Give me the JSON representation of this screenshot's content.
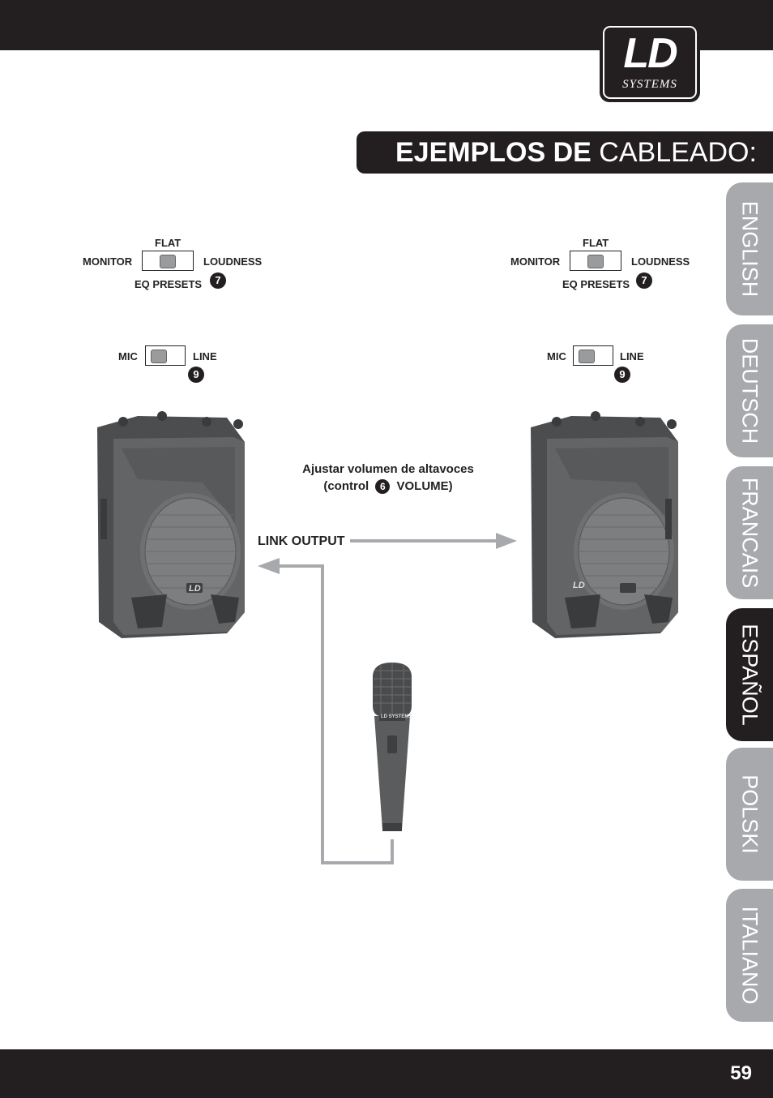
{
  "header": {
    "logo_main": "LD",
    "logo_sub": "SYSTEMS"
  },
  "title": {
    "bold": "EJEMPLOS DE",
    "light": "CABLEADO:"
  },
  "language_tabs": [
    {
      "label": "ENGLISH",
      "active": false
    },
    {
      "label": "DEUTSCH",
      "active": false
    },
    {
      "label": "FRANCAIS",
      "active": false
    },
    {
      "label": "ESPAÑOL",
      "active": true
    },
    {
      "label": "POLSKI",
      "active": false
    },
    {
      "label": "ITALIANO",
      "active": false
    }
  ],
  "eq_switch": {
    "top": "FLAT",
    "left": "MONITOR",
    "right": "LOUDNESS",
    "bottom": "EQ PRESETS",
    "number": "7"
  },
  "input_switch": {
    "left": "MIC",
    "right": "LINE",
    "number": "9"
  },
  "caption": {
    "line1": "Ajustar volumen de altavoces",
    "line2_pre": "(control",
    "number": "6",
    "line2_post": "VOLUME)"
  },
  "link_output": "LINK OUTPUT",
  "speaker_logo": "LD",
  "mic_brand": "LD SYSTEMS",
  "page_number": "59",
  "colors": {
    "dark": "#231f20",
    "tab_inactive": "#a7a9ac",
    "speaker_body": "#5e5f61",
    "cable": "#a7a9ac"
  }
}
